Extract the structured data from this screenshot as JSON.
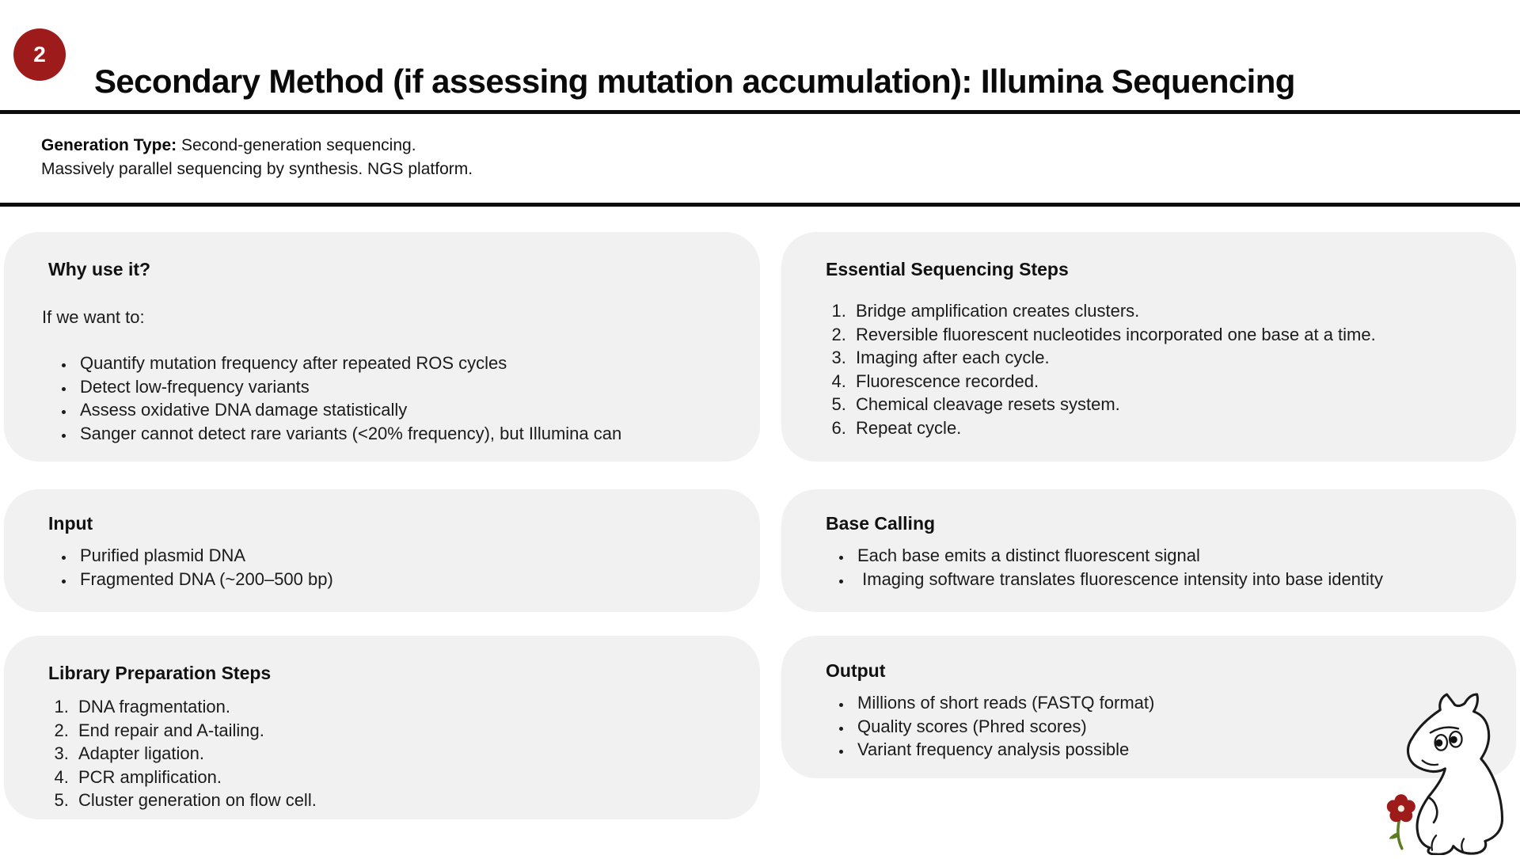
{
  "page": {
    "badge": "2",
    "title": "Secondary Method (if assessing mutation accumulation): Illumina Sequencing",
    "generation_label": "Generation Type:",
    "generation_value": " Second-generation sequencing.",
    "generation_line2": "Massively parallel sequencing by synthesis. NGS platform."
  },
  "cards": {
    "why": {
      "title": "Why use it?",
      "intro": "If we want to:",
      "items": [
        "Quantify mutation frequency after repeated ROS cycles",
        "Detect low-frequency variants",
        "Assess oxidative DNA damage statistically",
        "Sanger cannot detect rare variants (<20% frequency), but Illumina can"
      ]
    },
    "steps": {
      "title": "Essential Sequencing Steps",
      "items": [
        "Bridge amplification creates clusters.",
        "Reversible fluorescent nucleotides incorporated one base at a time.",
        "Imaging after each cycle.",
        "Fluorescence recorded.",
        "Chemical cleavage resets system.",
        "Repeat cycle."
      ]
    },
    "input": {
      "title": "Input",
      "items": [
        "Purified plasmid DNA",
        "Fragmented DNA (~200–500 bp)"
      ]
    },
    "base_calling": {
      "title": "Base Calling",
      "items": [
        "Each base emits a distinct fluorescent signal",
        " Imaging software translates fluorescence intensity into base identity"
      ]
    },
    "library": {
      "title": "Library Preparation Steps",
      "items": [
        "DNA fragmentation.",
        "End repair and A-tailing.",
        "Adapter ligation.",
        "PCR amplification.",
        "Cluster generation on flow cell."
      ]
    },
    "output": {
      "title": "Output",
      "items": [
        "Millions of short reads (FASTQ format)",
        "Quality scores (Phred scores)",
        "Variant frequency analysis possible"
      ]
    }
  },
  "illustration": {
    "name": "moomin-with-flower"
  },
  "colors": {
    "badge_red": "#9E1B1B",
    "card_bg": "#F1F1F2",
    "flower_red": "#9E1B1B",
    "stem_green": "#5B7D20",
    "text": "#1A1A1A"
  }
}
